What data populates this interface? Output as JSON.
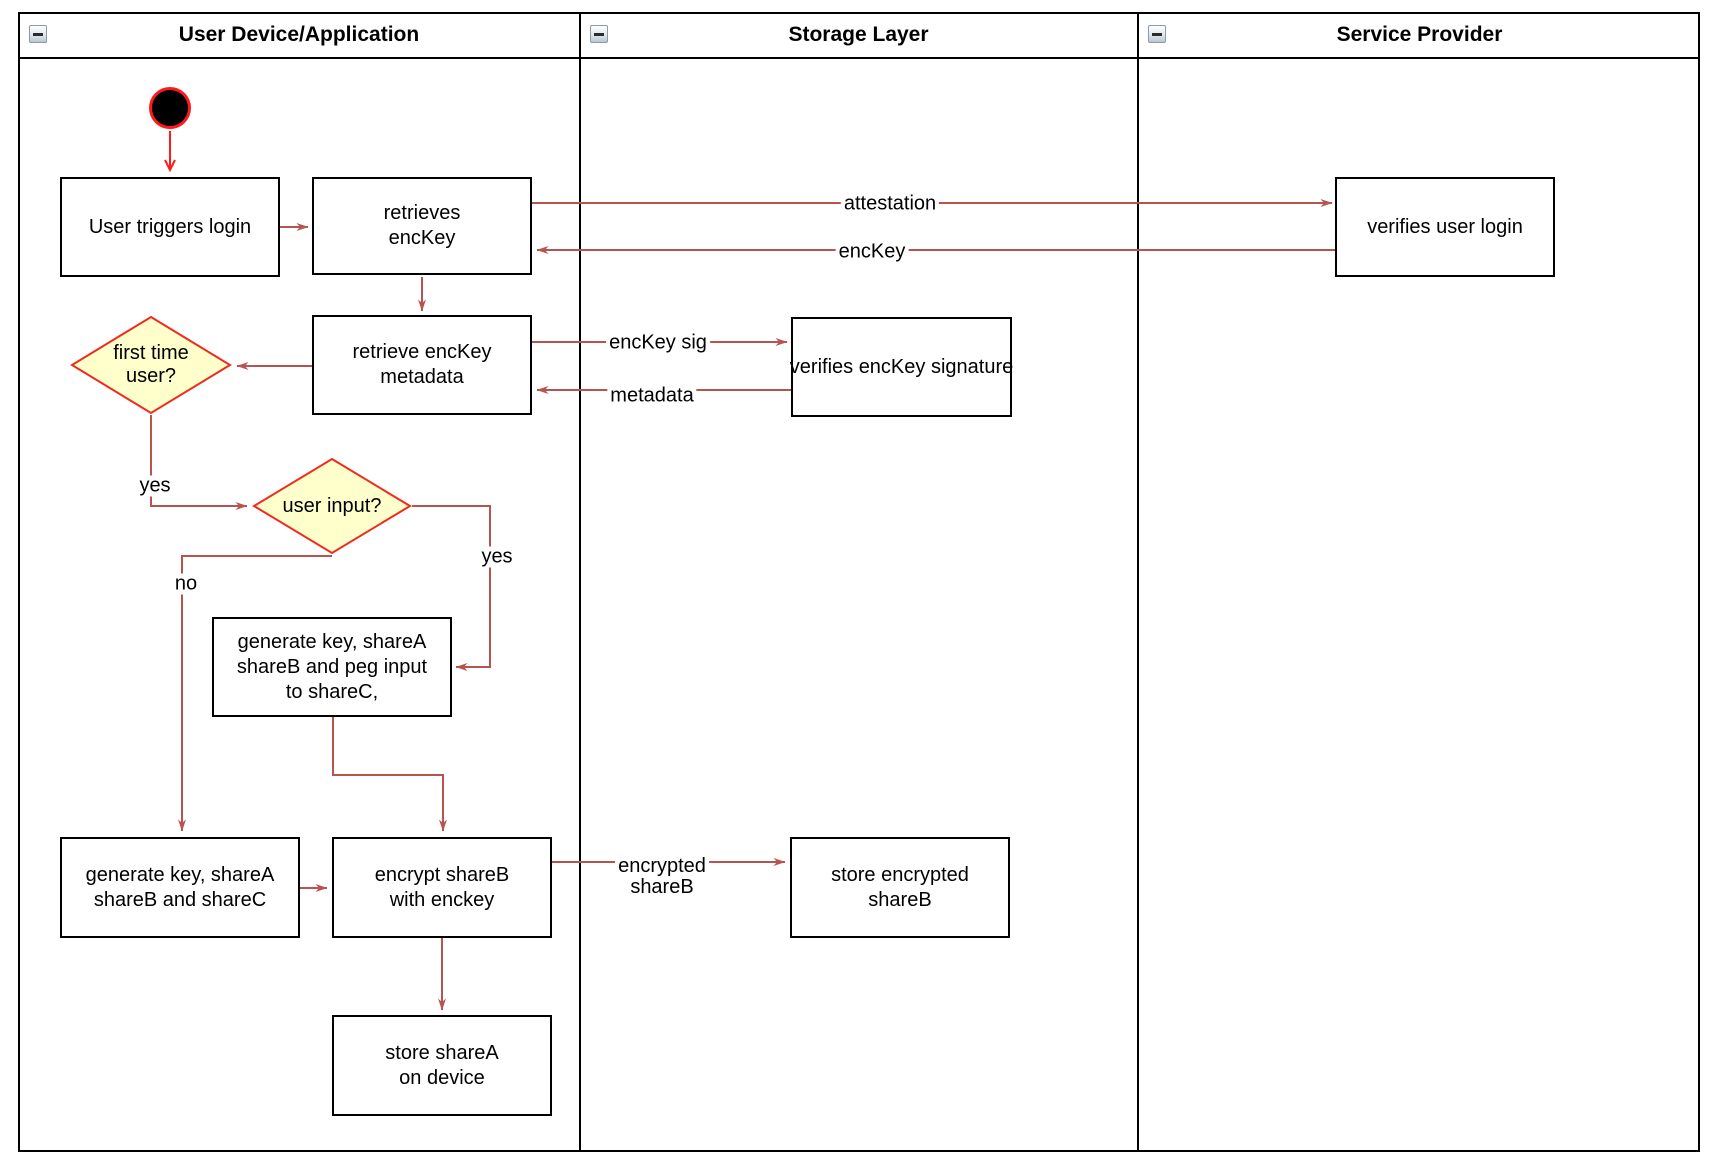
{
  "lanes": {
    "device": {
      "title": "User Device/Application"
    },
    "storage": {
      "title": "Storage Layer"
    },
    "provider": {
      "title": "Service Provider"
    }
  },
  "nodes": {
    "login": {
      "label": "User triggers login"
    },
    "retrieves_enckey": {
      "label": "retrieves\nencKey"
    },
    "verifies_login": {
      "label": "verifies user login"
    },
    "retrieve_metadata": {
      "label": "retrieve encKey\nmetadata"
    },
    "verifies_signature": {
      "label": "verifies encKey signature"
    },
    "first_time_user": {
      "label": "first time\nuser?"
    },
    "user_input": {
      "label": "user input?"
    },
    "generate_peg": {
      "label": "generate key, shareA\nshareB and peg input\nto shareC,"
    },
    "generate_shares": {
      "label": "generate key, shareA\nshareB and shareC"
    },
    "encrypt_shareb": {
      "label": "encrypt shareB\nwith enckey"
    },
    "store_encrypted": {
      "label": "store encrypted\nshareB"
    },
    "store_sharea": {
      "label": "store shareA\non device"
    }
  },
  "edge_labels": {
    "attestation": "attestation",
    "enckey": "encKey",
    "enckey_sig": "encKey sig",
    "metadata": "metadata",
    "first_yes": "yes",
    "input_yes": "yes",
    "input_no": "no",
    "encrypted_shareb": "encrypted\nshareB"
  },
  "colors": {
    "flow_arrow": "#B85450",
    "start_accent": "#FF1A1A",
    "decision_fill": "#FFFFCC",
    "decision_stroke": "#F02B1D",
    "node_border": "#000000",
    "lane_border": "#000000",
    "text": "#000000"
  }
}
